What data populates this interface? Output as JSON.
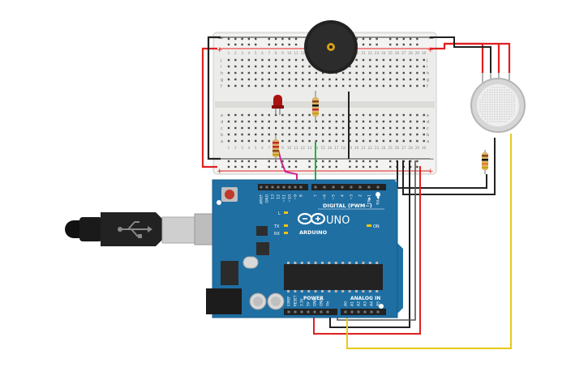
{
  "board": {
    "model": "UNO",
    "brand": "ARDUINO",
    "digital_label": "DIGITAL (PWM~)",
    "analog_label": "ANALOG IN",
    "power_label": "POWER",
    "on_label": "ON",
    "led_labels": [
      "L",
      "TX",
      "RX"
    ],
    "top_pins": [
      "AREF",
      "GND",
      "13",
      "12",
      "~11",
      "~10",
      "~9",
      "8",
      "7",
      "~6",
      "~5",
      "4",
      "~3",
      "2",
      "TX▶1",
      "RX◀0"
    ],
    "power_pins": [
      "IOREF",
      "RESET",
      "3.3V",
      "5V",
      "GND",
      "GND",
      "Vin"
    ],
    "analog_pins": [
      "A0",
      "A1",
      "A2",
      "A3",
      "A4",
      "A5"
    ]
  },
  "breadboard": {
    "rows_top": [
      "j",
      "i",
      "h",
      "g",
      "f"
    ],
    "rows_bottom": [
      "e",
      "d",
      "c",
      "b",
      "a"
    ],
    "column_numbers": [
      "1",
      "2",
      "3",
      "4",
      "5",
      "6",
      "7",
      "8",
      "9",
      "10",
      "11",
      "12",
      "13",
      "14",
      "15",
      "16",
      "17",
      "18",
      "19",
      "20",
      "21",
      "22",
      "23",
      "24",
      "25",
      "26",
      "27",
      "28",
      "29",
      "30"
    ],
    "rail_minus": "−",
    "rail_plus": "+"
  },
  "colors": {
    "wire_red": "#e02020",
    "wire_black": "#222222",
    "wire_green": "#22b14c",
    "wire_magenta": "#cc2299",
    "wire_yellow": "#e8c81a",
    "board_blue": "#1f6fa3",
    "breadboard": "#eeeeec"
  },
  "components": [
    "buzzer-icon",
    "red-led-icon",
    "resistor-icon",
    "gas-sensor-icon",
    "usb-cable-icon"
  ]
}
